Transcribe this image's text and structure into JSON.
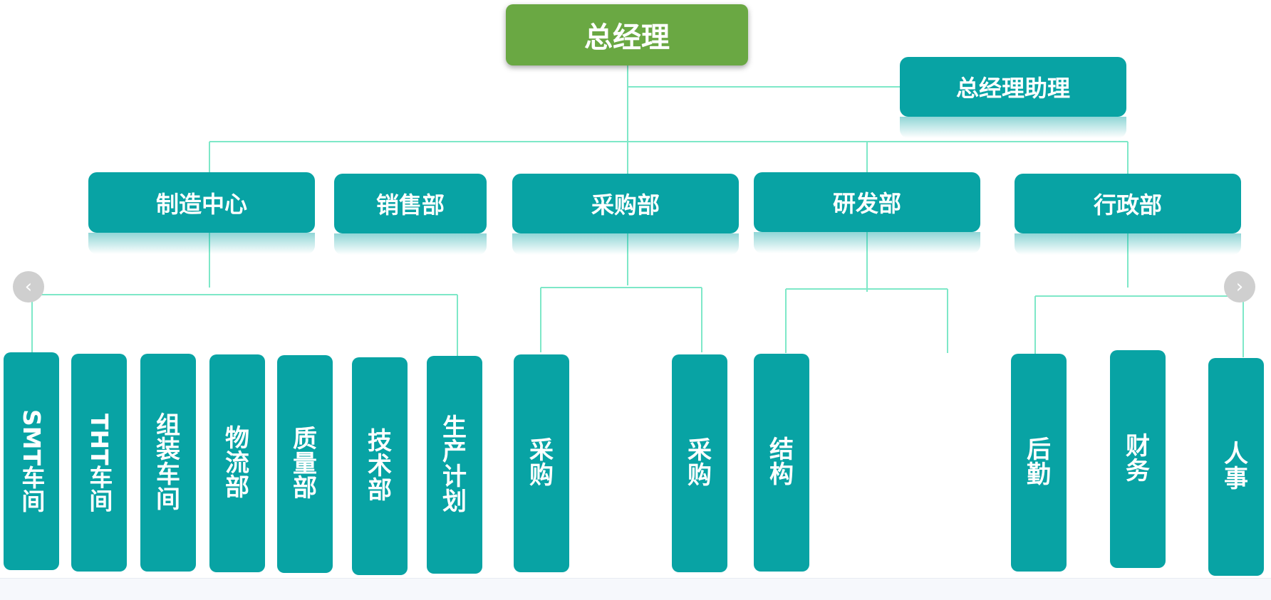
{
  "chart": {
    "ceo": "总经理",
    "assistant": "总经理助理",
    "departments": [
      "制造中心",
      "销售部",
      "采购部",
      "研发部",
      "行政部"
    ],
    "manufacturing_units": [
      "SMT车间",
      "THT车间",
      "组装车间",
      "物流部",
      "质量部",
      "技术部",
      "生产计划"
    ],
    "purchasing_units": [
      "采购",
      "采购"
    ],
    "rnd_units": [
      "结构"
    ],
    "admin_units": [
      "后勤",
      "财务",
      "人事"
    ]
  },
  "colors": {
    "ceo": "#6aa843",
    "node": "#08a3a4",
    "connector": "#7ee8c8",
    "arrow": "#cfcfcf"
  },
  "icons": {
    "prev": "chevron-left-icon",
    "next": "chevron-right-icon"
  }
}
